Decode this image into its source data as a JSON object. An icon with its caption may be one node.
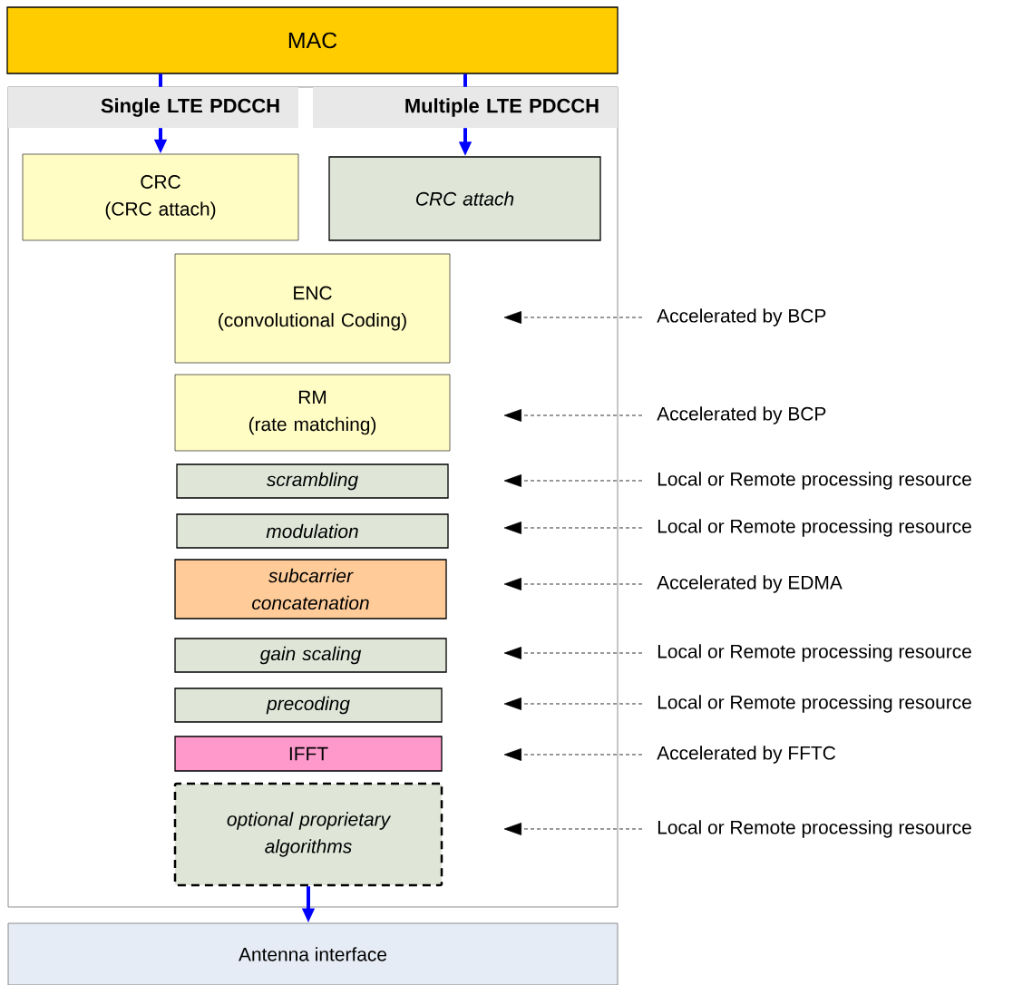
{
  "diagram": {
    "nodes": [
      {
        "text": [
          "MAC"
        ]
      },
      {
        "text": [],
        "shape": "box"
      },
      {
        "text": [
          "Single LTE PDCCH"
        ],
        "in": 1
      },
      {
        "text": [
          "Multiple LTE PDCCH"
        ],
        "in": 1
      },
      {
        "text": [
          "CRC",
          "(CRC attach)"
        ],
        "in": 1
      },
      {
        "text": [
          "CRC attach"
        ],
        "in": 1
      },
      {
        "text": [
          "ENC",
          "(convolutional Coding)"
        ],
        "in": 1
      },
      {
        "text": [
          "RM",
          "(rate matching)"
        ],
        "in": 1
      },
      {
        "text": [
          "scrambling"
        ],
        "in": 1
      },
      {
        "text": [
          "modulation"
        ],
        "in": 1
      },
      {
        "text": [
          "subcarrier concatenation"
        ],
        "in": 1
      },
      {
        "text": [
          "gain scaling"
        ],
        "in": 1
      },
      {
        "text": [
          "precoding"
        ],
        "in": 1
      },
      {
        "text": [
          "IFFT"
        ],
        "in": 1
      },
      {
        "text": [
          "optional proprietary algorithms"
        ],
        "in": 1
      },
      {
        "text": [
          "Antenna interface"
        ]
      },
      {
        "text": [
          "Accelerated by BCP"
        ]
      },
      {
        "text": [
          "Accelerated by BCP"
        ]
      },
      {
        "text": [
          "Local or Remote processing resource"
        ]
      },
      {
        "text": [
          "Local or Remote processing resource"
        ]
      },
      {
        "text": [
          "Accelerated by EDMA"
        ]
      },
      {
        "text": [
          "Local or Remote processing resource"
        ]
      },
      {
        "text": [
          "Local or Remote processing resource"
        ]
      },
      {
        "text": [
          "Accelerated by FFTC"
        ]
      },
      {
        "text": [
          "Local or Remote processing resource"
        ]
      }
    ],
    "edges": [
      {
        "from": 0,
        "to": 2,
        "arrow": "none",
        "style": "thick",
        "color": "#0000ff"
      },
      {
        "from": 2,
        "to": 4,
        "arrow": "to",
        "style": "thick",
        "color": "#0000ff"
      },
      {
        "from": 0,
        "to": 3,
        "arrow": "none",
        "style": "thick",
        "color": "#0000ff"
      },
      {
        "from": 3,
        "to": 5,
        "arrow": "to",
        "style": "thick",
        "color": "#0000ff"
      },
      {
        "from": 14,
        "to": 15,
        "arrow": "to",
        "style": "thick",
        "color": "#0000ff"
      },
      {
        "from": 16,
        "to": null,
        "arrow": "to",
        "style": "dashed"
      },
      {
        "from": 17,
        "to": null,
        "arrow": "to",
        "style": "dashed"
      },
      {
        "from": 18,
        "to": null,
        "arrow": "to",
        "style": "dashed"
      },
      {
        "from": 19,
        "to": null,
        "arrow": "to",
        "style": "dashed"
      },
      {
        "from": 20,
        "to": null,
        "arrow": "to",
        "style": "dashed"
      },
      {
        "from": 21,
        "to": null,
        "arrow": "to",
        "style": "dashed"
      },
      {
        "from": 22,
        "to": null,
        "arrow": "to",
        "style": "dashed"
      },
      {
        "from": 23,
        "to": null,
        "arrow": "to",
        "style": "dashed"
      },
      {
        "from": 24,
        "to": null,
        "arrow": "to",
        "style": "dashed"
      }
    ]
  }
}
